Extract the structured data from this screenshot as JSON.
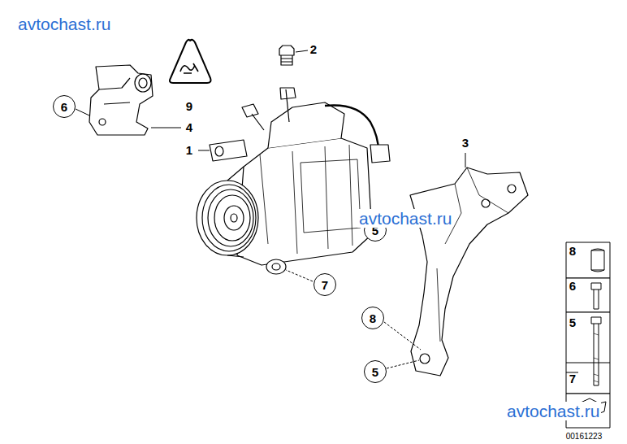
{
  "diagram": {
    "nodes": [
      {
        "text": [
          "6"
        ]
      },
      {
        "text": [
          "5"
        ]
      },
      {
        "text": [
          "7"
        ]
      },
      {
        "text": [
          "8"
        ]
      },
      {
        "text": [
          "5"
        ]
      }
    ],
    "labels": [
      "avtochast.ru",
      "2",
      "9",
      "4",
      "1",
      "3",
      "avtochast.ru",
      "8",
      "6",
      "5",
      "7",
      "avtochast.ru",
      "00161223"
    ]
  }
}
